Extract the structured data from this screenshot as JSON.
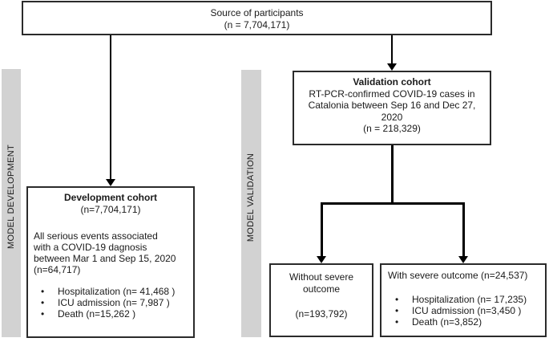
{
  "bands": {
    "left": "MODEL DEVELOPMENT",
    "right": "MODEL VALIDATION"
  },
  "source_box": {
    "title": "Source of participants",
    "n": "(n = 7,704,171)"
  },
  "validation_box": {
    "title": "Validation cohort",
    "lines": [
      "RT-PCR-confirmed COVID-19 cases in",
      "Catalonia between Sep 16 and Dec 27,",
      "2020"
    ],
    "n": "(n = 218,329)"
  },
  "development_box": {
    "title": "Development cohort",
    "n": "(n=7,704,171)",
    "body_lines": [
      "All serious events associated",
      "with a COVID-19 dagnosis",
      "between Mar 1 and Sep 15, 2020",
      "(n=64,717)"
    ],
    "bullet_char": "•",
    "bullets": [
      "Hospitalization (n= 41,468 )",
      "ICU admission (n= 7,987  )",
      "Death (n=15,262 )"
    ]
  },
  "without_box": {
    "label": "Without severe outcome",
    "n": "(n=193,792)"
  },
  "with_box": {
    "title": "With severe outcome (n=24,537)",
    "bullet_char": "•",
    "bullets": [
      "Hospitalization (n= 17,235)",
      "ICU admission (n=3,450 )",
      "Death (n=3,852)"
    ]
  }
}
